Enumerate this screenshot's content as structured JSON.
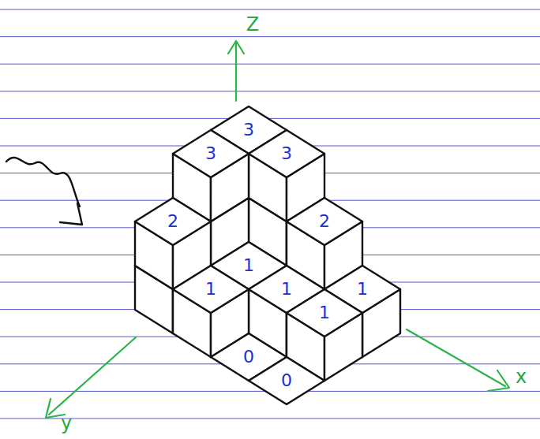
{
  "diagram": {
    "labels": [
      "Z",
      "3",
      "3",
      "3",
      "2",
      "2",
      "1",
      "1",
      "1",
      "1",
      "1",
      "0",
      "0",
      "y",
      "x"
    ]
  }
}
